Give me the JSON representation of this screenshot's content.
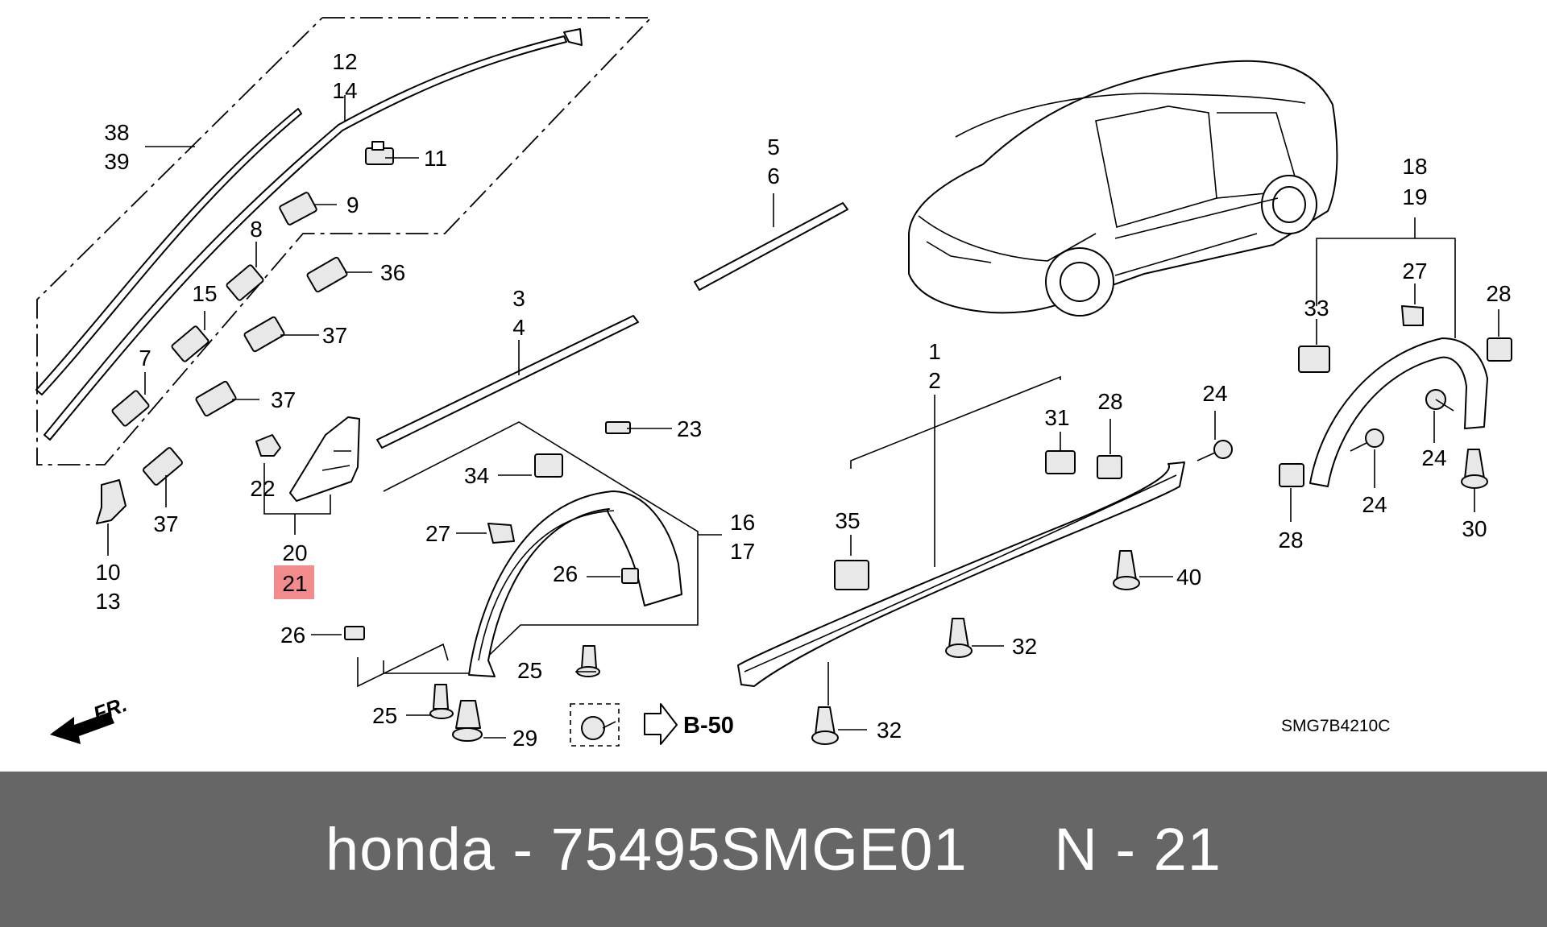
{
  "diagram_code": "SMG7B4210C",
  "ref_label": "B-50",
  "front_label": "FR.",
  "highlight_color": "#f28b8b",
  "footer_bg": "#666666",
  "footer": {
    "brand": "honda",
    "separator": " - ",
    "part_number": "75495SMGE01",
    "gap": "     ",
    "position_prefix": "N",
    "position_number": "21"
  },
  "labels": {
    "l1": "1",
    "l2": "2",
    "l3": "3",
    "l4": "4",
    "l5": "5",
    "l6": "6",
    "l7": "7",
    "l8": "8",
    "l9": "9",
    "l10": "10",
    "l11": "11",
    "l12": "12",
    "l13": "13",
    "l14": "14",
    "l15": "15",
    "l16": "16",
    "l17": "17",
    "l18": "18",
    "l19": "19",
    "l20": "20",
    "l21": "21",
    "l22": "22",
    "l23": "23",
    "l24a": "24",
    "l24b": "24",
    "l24c": "24",
    "l25a": "25",
    "l25b": "25",
    "l26a": "26",
    "l26b": "26",
    "l27a": "27",
    "l27b": "27",
    "l28a": "28",
    "l28b": "28",
    "l28c": "28",
    "l29": "29",
    "l30": "30",
    "l31": "31",
    "l32a": "32",
    "l32b": "32",
    "l33": "33",
    "l34": "34",
    "l35": "35",
    "l36": "36",
    "l37a": "37",
    "l37b": "37",
    "l37c": "37",
    "l38": "38",
    "l39": "39",
    "l40": "40"
  }
}
